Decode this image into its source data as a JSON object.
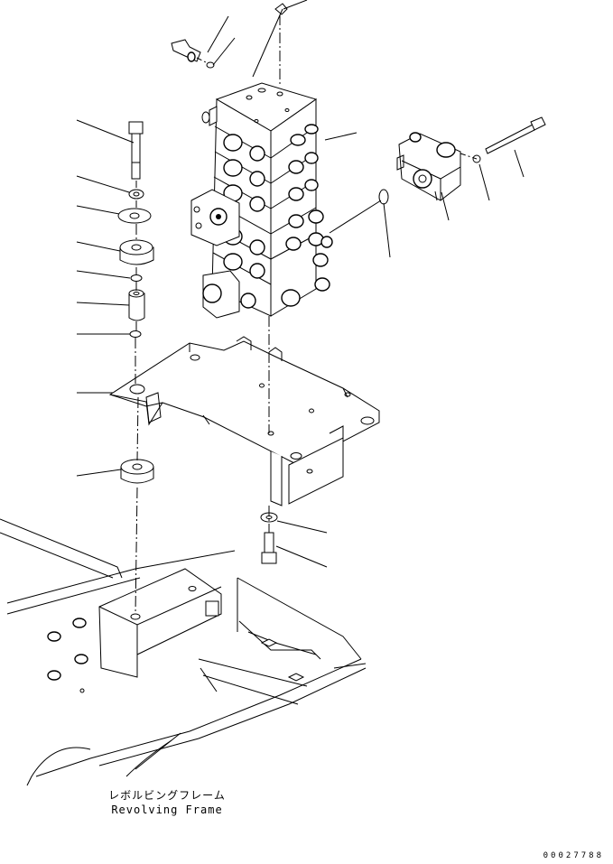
{
  "caption": {
    "japanese": "レボルビングフレーム",
    "english": "Revolving Frame"
  },
  "document_number": "00027788"
}
